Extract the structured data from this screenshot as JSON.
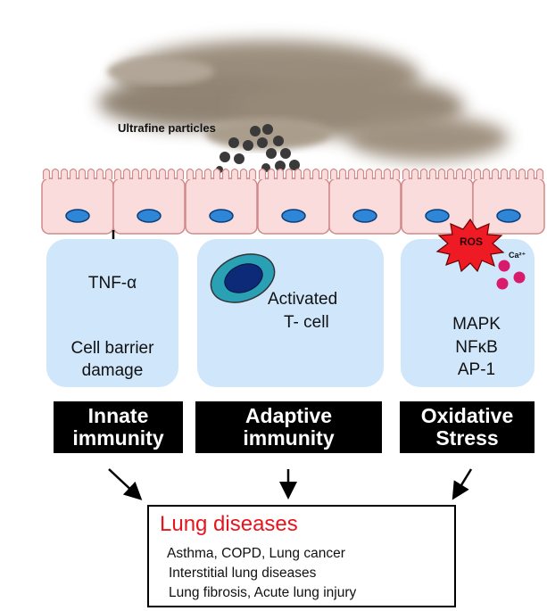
{
  "particles_label": "Ultrafine particles",
  "panels": {
    "innate": {
      "line1": "TNF-α",
      "line2": "Cell barrier",
      "line3": "damage"
    },
    "adaptive": {
      "line1": "Activated",
      "line2": "T- cell"
    },
    "oxidative": {
      "ros": "ROS",
      "calcium": "Ca²⁺",
      "line1": "MAPK",
      "line2": "NFκB",
      "line3": "AP-1"
    }
  },
  "labels": {
    "innate": {
      "line1": "Innate",
      "line2": "immunity"
    },
    "adaptive": {
      "line1": "Adaptive",
      "line2": "immunity"
    },
    "oxidative": {
      "line1": "Oxidative",
      "line2": "Stress"
    }
  },
  "diseases": {
    "title": "Lung diseases",
    "items": [
      "Asthma, COPD, Lung cancer",
      "Interstitial lung diseases",
      "Lung fibrosis, Acute lung injury"
    ]
  },
  "colors": {
    "panel": "#cfe6fb",
    "cell_fill": "#fbdcdc",
    "cell_border": "#d08a8a",
    "nucleus": "#2f86d6",
    "ros": "#ee1b24",
    "calcium": "#d81b6a",
    "disease_title": "#e8141e",
    "smoke": "#8a7a66"
  }
}
